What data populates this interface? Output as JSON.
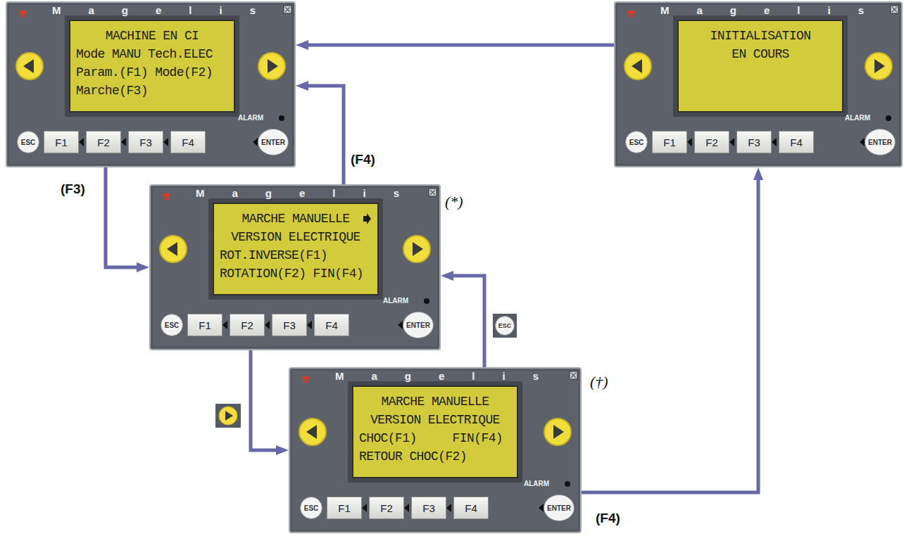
{
  "diagram": {
    "nodes": [
      {
        "text": [
          "Magelis",
          "ALARM"
        ]
      },
      {
        "text": [
          "MACHINE EN CI",
          "Mode MANU Tech.ELEC",
          "Param.(F1) Mode(F2)",
          "Marche(F3)"
        ],
        "in": 0
      },
      {
        "text": [
          "ESC"
        ],
        "in": 0
      },
      {
        "text": [
          "F1"
        ],
        "in": 0
      },
      {
        "text": [
          "F2"
        ],
        "in": 0
      },
      {
        "text": [
          "F3"
        ],
        "in": 0
      },
      {
        "text": [
          "F4"
        ],
        "in": 0
      },
      {
        "text": [
          "ENTER"
        ],
        "in": 0
      },
      {
        "text": [
          "Magelis",
          "ALARM"
        ]
      },
      {
        "text": [
          "INITIALISATION",
          "EN COURS"
        ],
        "in": 8
      },
      {
        "text": [
          "ESC"
        ],
        "in": 8
      },
      {
        "text": [
          "F1"
        ],
        "in": 8
      },
      {
        "text": [
          "F2"
        ],
        "in": 8
      },
      {
        "text": [
          "F3"
        ],
        "in": 8
      },
      {
        "text": [
          "F4"
        ],
        "in": 8
      },
      {
        "text": [
          "ENTER"
        ],
        "in": 8
      },
      {
        "text": [
          "Magelis",
          "ALARM"
        ]
      },
      {
        "text": [
          "MARCHE MANUELLE",
          "VERSION ELECTRIQUE",
          "ROT.INVERSE(F1)",
          "ROTATION(F2) FIN(F4)"
        ],
        "in": 16
      },
      {
        "text": [
          "ESC"
        ],
        "in": 16
      },
      {
        "text": [
          "F1"
        ],
        "in": 16
      },
      {
        "text": [
          "F2"
        ],
        "in": 16
      },
      {
        "text": [
          "F3"
        ],
        "in": 16
      },
      {
        "text": [
          "F4"
        ],
        "in": 16
      },
      {
        "text": [
          "ENTER"
        ],
        "in": 16
      },
      {
        "text": [
          "Magelis",
          "ALARM"
        ]
      },
      {
        "text": [
          "MARCHE MANUELLE",
          "VERSION ELECTRIQUE",
          "CHOC(F1)     FIN(F4)",
          "RETOUR CHOC(F2)"
        ],
        "in": 24
      },
      {
        "text": [
          "ESC"
        ],
        "in": 24
      },
      {
        "text": [
          "F1"
        ],
        "in": 24
      },
      {
        "text": [
          "F2"
        ],
        "in": 24
      },
      {
        "text": [
          "F3"
        ],
        "in": 24
      },
      {
        "text": [
          "F4"
        ],
        "in": 24
      },
      {
        "text": [
          "ENTER"
        ],
        "in": 24
      }
    ],
    "edges": [
      {
        "from": 0,
        "to": 16,
        "arrow": "to",
        "label": "(F3)"
      },
      {
        "from": 16,
        "to": 0,
        "arrow": "to",
        "label": "(F4)"
      },
      {
        "from": 16,
        "to": 24,
        "arrow": "to"
      },
      {
        "from": 24,
        "to": 16,
        "arrow": "to",
        "label": "ESC"
      },
      {
        "from": 24,
        "to": 8,
        "arrow": "to",
        "label": "(F4)"
      },
      {
        "from": 8,
        "to": 0,
        "arrow": "to"
      }
    ],
    "labels": [
      "(*)",
      "(†)"
    ]
  }
}
